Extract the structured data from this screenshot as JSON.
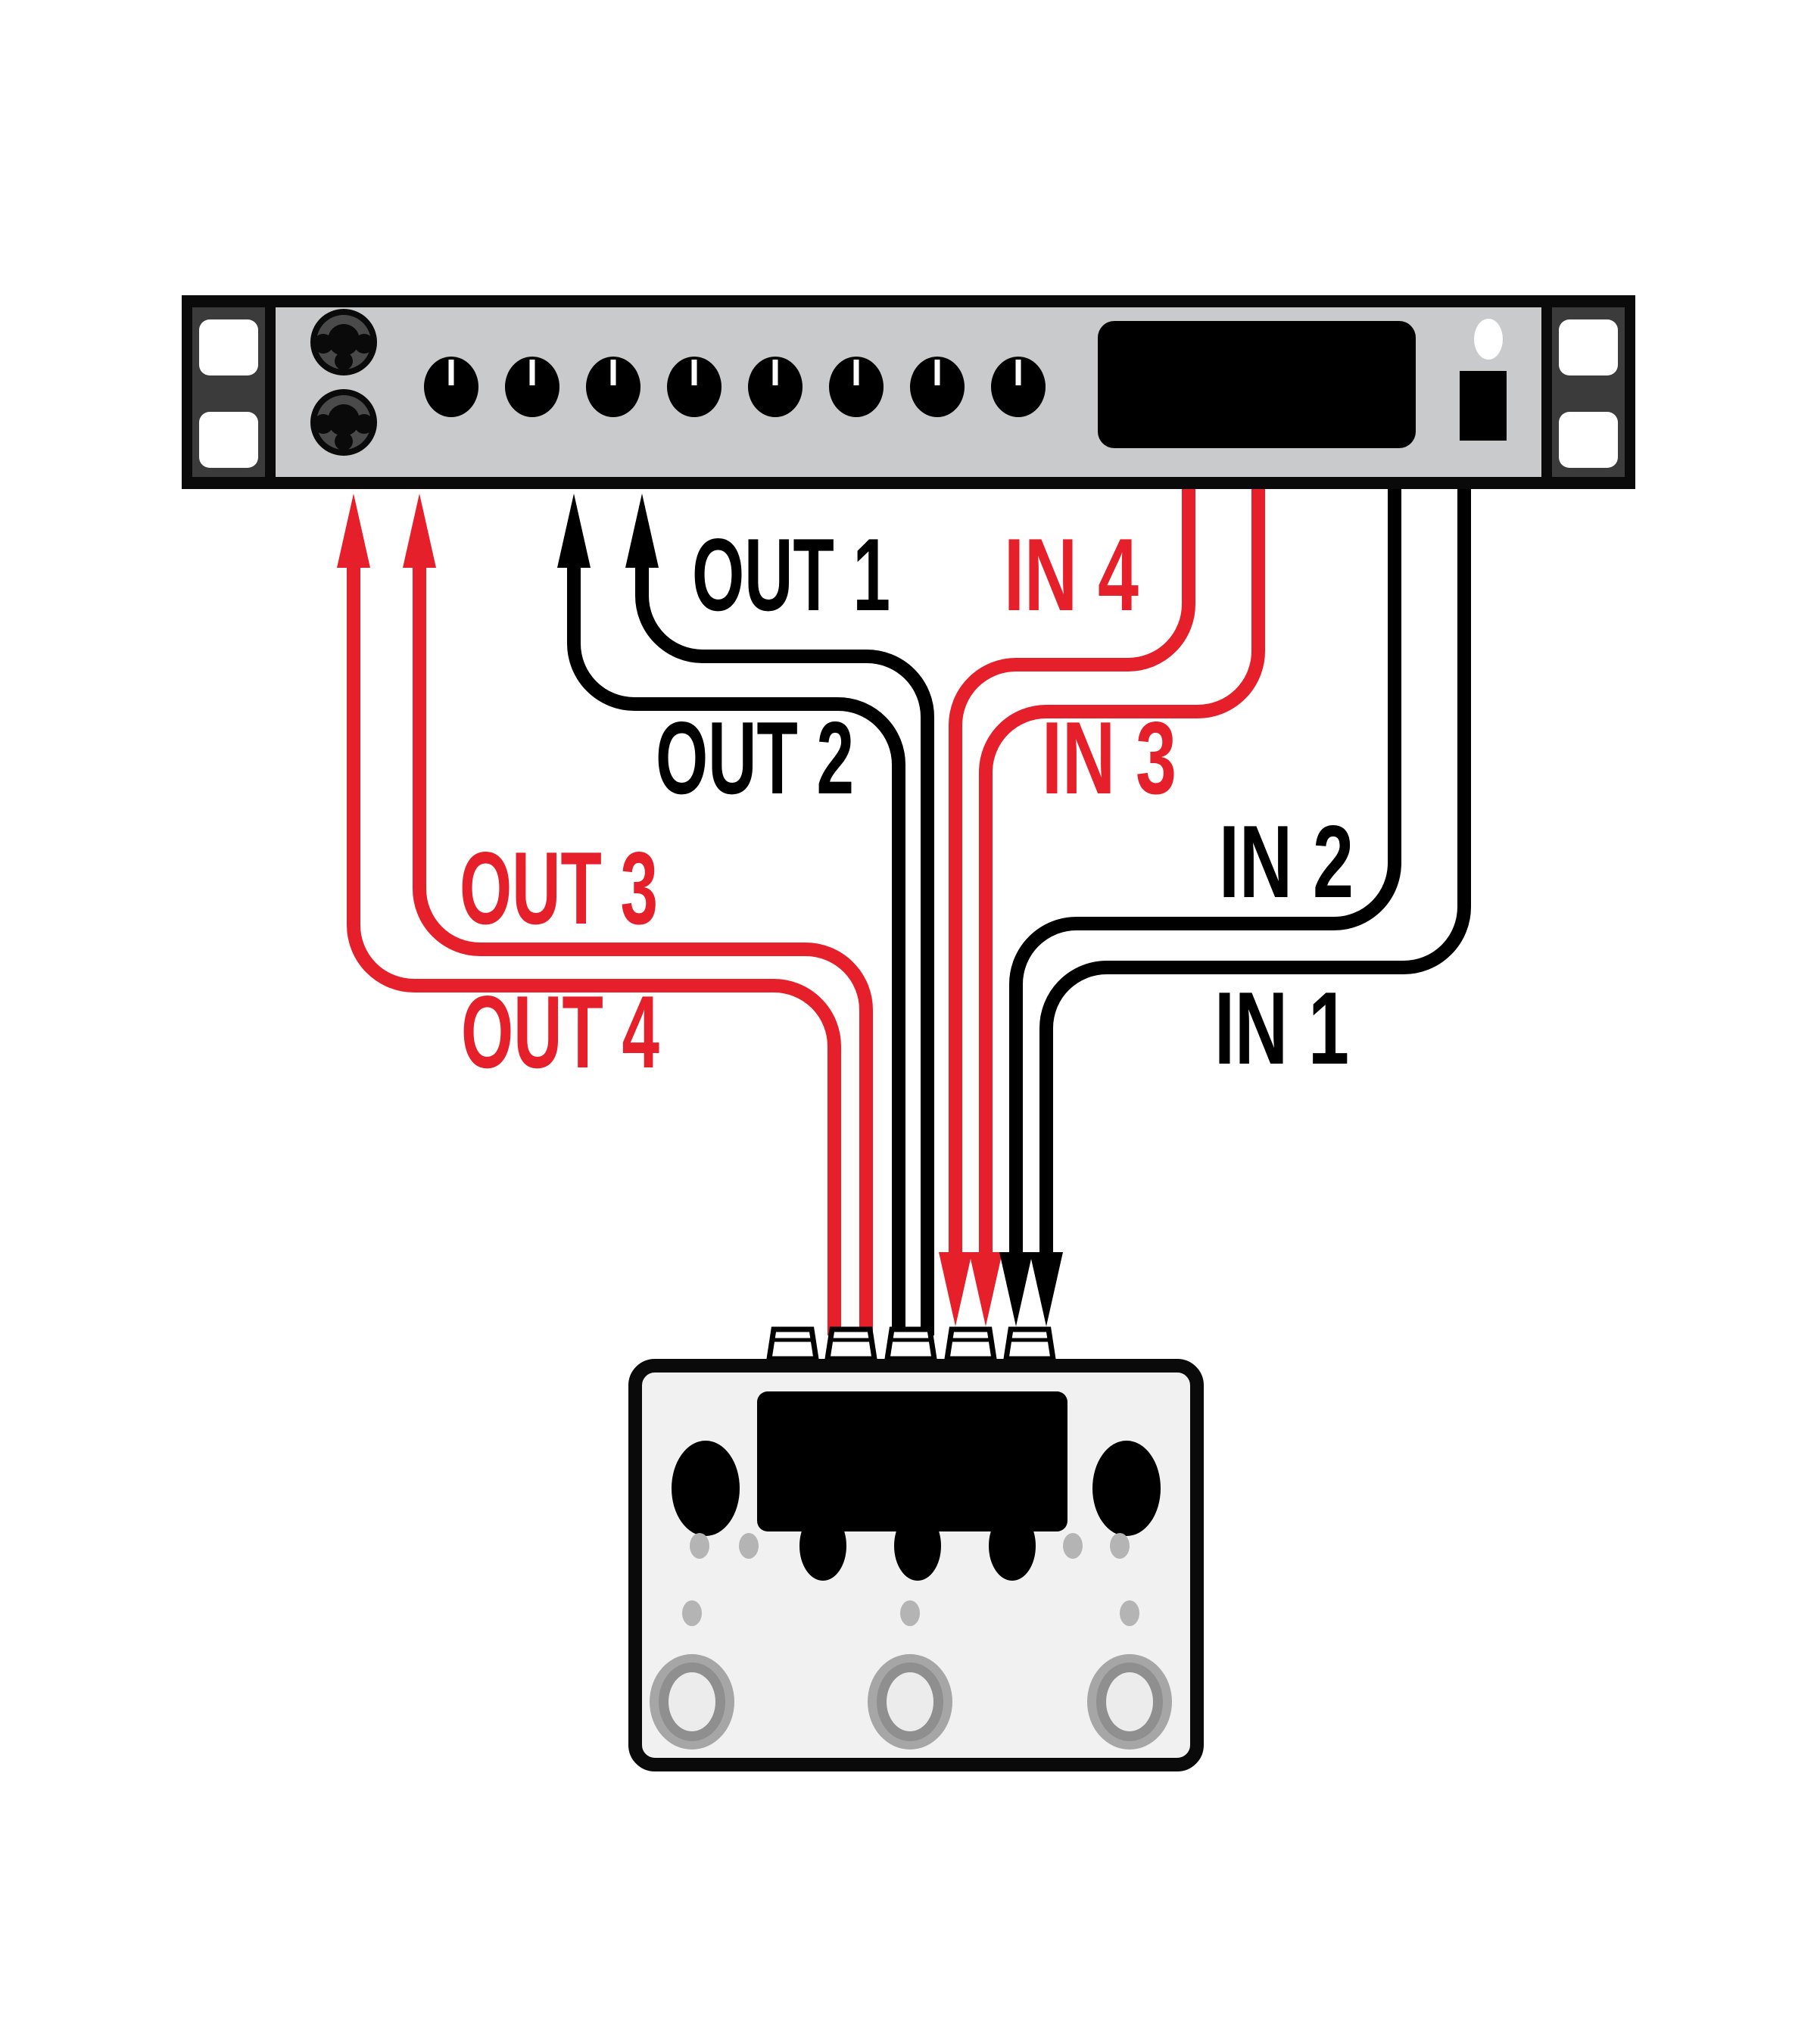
{
  "colors": {
    "red": "#e5202a",
    "black": "#000000",
    "rack_panel": "#c9cacb",
    "rack_ear": "#3b3b3b",
    "rack_border": "#0a0a0a",
    "screw_hole": "#ffffff",
    "xlr_ring": "#4a4a4a",
    "led": "#ffffff",
    "pedal_body": "#f1f1f1",
    "dot_gray": "#b4b4b4",
    "footswitch_ring": "#a6a6a6",
    "footswitch_mid": "#8f8f8f",
    "footswitch_cap": "#ececec"
  },
  "labels": {
    "out1": {
      "text": "OUT 1",
      "color": "#000000"
    },
    "out2": {
      "text": "OUT 2",
      "color": "#000000"
    },
    "out3": {
      "text": "OUT 3",
      "color": "#e5202a"
    },
    "out4": {
      "text": "OUT 4",
      "color": "#e5202a"
    },
    "in1": {
      "text": "IN 1",
      "color": "#000000"
    },
    "in2": {
      "text": "IN 2",
      "color": "#000000"
    },
    "in3": {
      "text": "IN 3",
      "color": "#e5202a"
    },
    "in4": {
      "text": "IN 4",
      "color": "#e5202a"
    }
  },
  "connections": [
    {
      "label": "OUT 1",
      "cable_color": "black",
      "from": "pedal",
      "to": "rack"
    },
    {
      "label": "OUT 2",
      "cable_color": "black",
      "from": "pedal",
      "to": "rack"
    },
    {
      "label": "OUT 3",
      "cable_color": "red",
      "from": "pedal",
      "to": "rack"
    },
    {
      "label": "OUT 4",
      "cable_color": "red",
      "from": "pedal",
      "to": "rack"
    },
    {
      "label": "IN 1",
      "cable_color": "black",
      "from": "rack",
      "to": "pedal"
    },
    {
      "label": "IN 2",
      "cable_color": "black",
      "from": "rack",
      "to": "pedal"
    },
    {
      "label": "IN 3",
      "cable_color": "red",
      "from": "rack",
      "to": "pedal"
    },
    {
      "label": "IN 4",
      "cable_color": "red",
      "from": "rack",
      "to": "pedal"
    }
  ],
  "rack": {
    "knob_count": 8,
    "combo_jack_count": 2
  },
  "pedal": {
    "jack_count": 5,
    "knob_count": 5,
    "footswitch_count": 3
  }
}
